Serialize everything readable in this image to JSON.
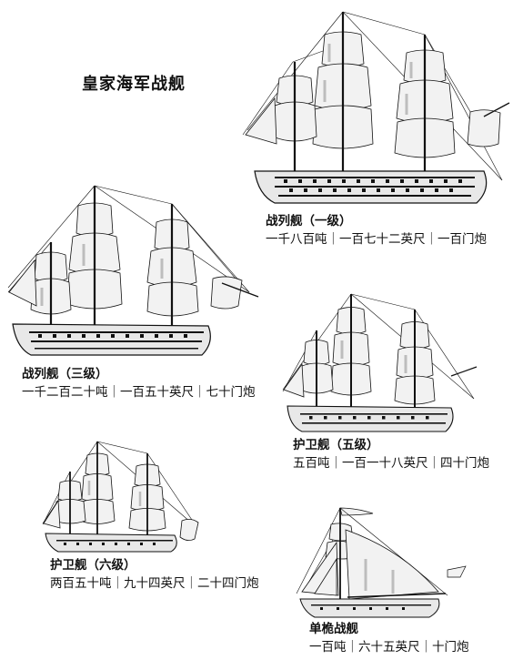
{
  "page_title": "皇家海军战舰",
  "ships": [
    {
      "name": "战列舰（一级）",
      "spec": "一千八百吨｜一百七十二英尺｜一百门炮"
    },
    {
      "name": "战列舰（三级）",
      "spec": "一千二百二十吨｜一百五十英尺｜七十门炮"
    },
    {
      "name": "护卫舰（五级）",
      "spec": "五百吨｜一百一十八英尺｜四十门炮"
    },
    {
      "name": "护卫舰（六级）",
      "spec": "两百五十吨｜九十四英尺｜二十四门炮"
    },
    {
      "name": "单桅战舰",
      "spec": "一百吨｜六十五英尺｜十门炮"
    }
  ],
  "colors": {
    "ink": "#111111",
    "sail": "#f2f2f2",
    "shade": "#bdbdbd",
    "background": "#ffffff"
  }
}
